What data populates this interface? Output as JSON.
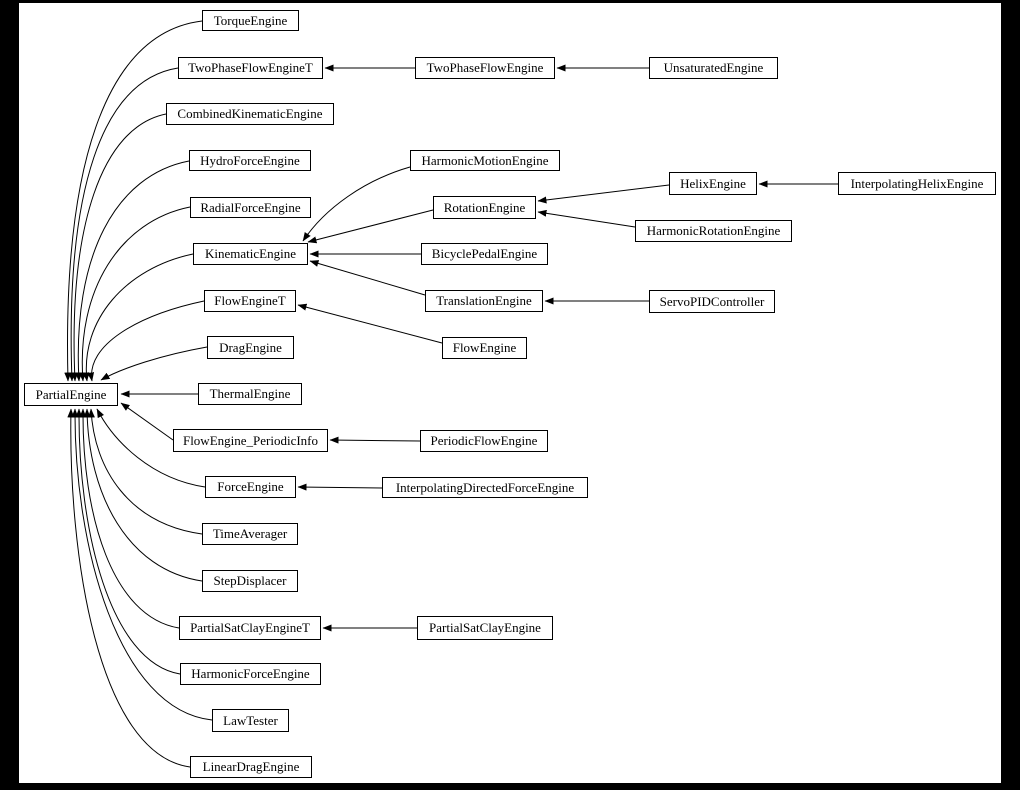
{
  "diagram": {
    "type": "inheritance-graph",
    "colors": {
      "background": "#000000",
      "canvas": "#ffffff",
      "node_fill": "#ffffff",
      "node_border": "#000000",
      "edge": "#000000",
      "text": "#000000"
    },
    "nodes": [
      {
        "id": "TorqueEngine",
        "label": "TorqueEngine"
      },
      {
        "id": "TwoPhaseFlowEngineT",
        "label": "TwoPhaseFlowEngineT"
      },
      {
        "id": "TwoPhaseFlowEngine",
        "label": "TwoPhaseFlowEngine"
      },
      {
        "id": "UnsaturatedEngine",
        "label": "UnsaturatedEngine"
      },
      {
        "id": "CombinedKinematicEngine",
        "label": "CombinedKinematicEngine"
      },
      {
        "id": "HydroForceEngine",
        "label": "HydroForceEngine"
      },
      {
        "id": "HarmonicMotionEngine",
        "label": "HarmonicMotionEngine"
      },
      {
        "id": "RadialForceEngine",
        "label": "RadialForceEngine"
      },
      {
        "id": "RotationEngine",
        "label": "RotationEngine"
      },
      {
        "id": "HelixEngine",
        "label": "HelixEngine"
      },
      {
        "id": "InterpolatingHelixEngine",
        "label": "InterpolatingHelixEngine"
      },
      {
        "id": "HarmonicRotationEngine",
        "label": "HarmonicRotationEngine"
      },
      {
        "id": "KinematicEngine",
        "label": "KinematicEngine"
      },
      {
        "id": "BicyclePedalEngine",
        "label": "BicyclePedalEngine"
      },
      {
        "id": "FlowEngineT",
        "label": "FlowEngineT"
      },
      {
        "id": "TranslationEngine",
        "label": "TranslationEngine"
      },
      {
        "id": "ServoPIDController",
        "label": "ServoPIDController"
      },
      {
        "id": "DragEngine",
        "label": "DragEngine"
      },
      {
        "id": "FlowEngine",
        "label": "FlowEngine"
      },
      {
        "id": "PartialEngine",
        "label": "PartialEngine"
      },
      {
        "id": "ThermalEngine",
        "label": "ThermalEngine"
      },
      {
        "id": "FlowEngine_PeriodicInfo",
        "label": "FlowEngine_PeriodicInfo"
      },
      {
        "id": "PeriodicFlowEngine",
        "label": "PeriodicFlowEngine"
      },
      {
        "id": "ForceEngine",
        "label": "ForceEngine"
      },
      {
        "id": "InterpolatingDirectedForceEngine",
        "label": "InterpolatingDirectedForceEngine"
      },
      {
        "id": "TimeAverager",
        "label": "TimeAverager"
      },
      {
        "id": "StepDisplacer",
        "label": "StepDisplacer"
      },
      {
        "id": "PartialSatClayEngineT",
        "label": "PartialSatClayEngineT"
      },
      {
        "id": "PartialSatClayEngine",
        "label": "PartialSatClayEngine"
      },
      {
        "id": "HarmonicForceEngine",
        "label": "HarmonicForceEngine"
      },
      {
        "id": "LawTester",
        "label": "LawTester"
      },
      {
        "id": "LinearDragEngine",
        "label": "LinearDragEngine"
      }
    ],
    "edges": [
      {
        "from": "TorqueEngine",
        "to": "PartialEngine"
      },
      {
        "from": "TwoPhaseFlowEngineT",
        "to": "PartialEngine"
      },
      {
        "from": "CombinedKinematicEngine",
        "to": "PartialEngine"
      },
      {
        "from": "HydroForceEngine",
        "to": "PartialEngine"
      },
      {
        "from": "RadialForceEngine",
        "to": "PartialEngine"
      },
      {
        "from": "KinematicEngine",
        "to": "PartialEngine"
      },
      {
        "from": "FlowEngineT",
        "to": "PartialEngine"
      },
      {
        "from": "DragEngine",
        "to": "PartialEngine"
      },
      {
        "from": "ThermalEngine",
        "to": "PartialEngine"
      },
      {
        "from": "FlowEngine_PeriodicInfo",
        "to": "PartialEngine"
      },
      {
        "from": "ForceEngine",
        "to": "PartialEngine"
      },
      {
        "from": "TimeAverager",
        "to": "PartialEngine"
      },
      {
        "from": "StepDisplacer",
        "to": "PartialEngine"
      },
      {
        "from": "PartialSatClayEngineT",
        "to": "PartialEngine"
      },
      {
        "from": "HarmonicForceEngine",
        "to": "PartialEngine"
      },
      {
        "from": "LawTester",
        "to": "PartialEngine"
      },
      {
        "from": "LinearDragEngine",
        "to": "PartialEngine"
      },
      {
        "from": "TwoPhaseFlowEngine",
        "to": "TwoPhaseFlowEngineT"
      },
      {
        "from": "UnsaturatedEngine",
        "to": "TwoPhaseFlowEngine"
      },
      {
        "from": "HarmonicMotionEngine",
        "to": "KinematicEngine"
      },
      {
        "from": "RotationEngine",
        "to": "KinematicEngine"
      },
      {
        "from": "BicyclePedalEngine",
        "to": "KinematicEngine"
      },
      {
        "from": "TranslationEngine",
        "to": "KinematicEngine"
      },
      {
        "from": "HelixEngine",
        "to": "RotationEngine"
      },
      {
        "from": "HarmonicRotationEngine",
        "to": "RotationEngine"
      },
      {
        "from": "InterpolatingHelixEngine",
        "to": "HelixEngine"
      },
      {
        "from": "ServoPIDController",
        "to": "TranslationEngine"
      },
      {
        "from": "FlowEngine",
        "to": "FlowEngineT"
      },
      {
        "from": "PeriodicFlowEngine",
        "to": "FlowEngine_PeriodicInfo"
      },
      {
        "from": "InterpolatingDirectedForceEngine",
        "to": "ForceEngine"
      },
      {
        "from": "PartialSatClayEngine",
        "to": "PartialSatClayEngineT"
      }
    ]
  }
}
